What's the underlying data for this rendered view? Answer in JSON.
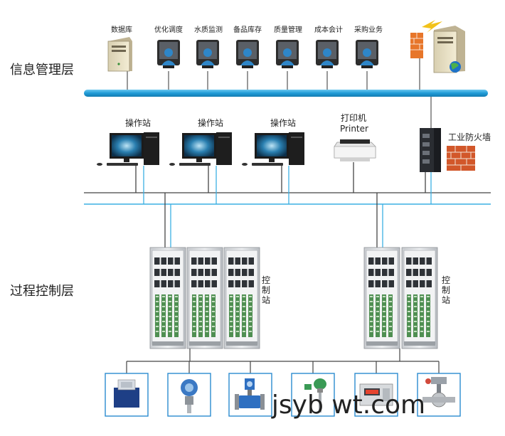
{
  "layers": {
    "info": "信息管理层",
    "process": "过程控制层"
  },
  "servers": [
    {
      "label": "数据库",
      "icon": "database-server-icon"
    },
    {
      "label": "优化调度",
      "icon": "user-monitor-icon"
    },
    {
      "label": "水质监测",
      "icon": "user-monitor-icon"
    },
    {
      "label": "备品库存",
      "icon": "user-monitor-icon"
    },
    {
      "label": "质量管理",
      "icon": "user-monitor-icon"
    },
    {
      "label": "成本会计",
      "icon": "user-monitor-icon"
    },
    {
      "label": "采购业务",
      "icon": "user-monitor-icon"
    }
  ],
  "workstations": [
    {
      "label": "操作站"
    },
    {
      "label": "操作站"
    },
    {
      "label": "操作站"
    }
  ],
  "printer": {
    "label_cn": "打印机",
    "label_en": "Printer"
  },
  "firewall": {
    "label": "工业防火墙"
  },
  "control_stations": [
    {
      "label": "控制站",
      "cabinets": 3
    },
    {
      "label": "控制站",
      "cabinets": 2
    }
  ],
  "field_devices": [
    {
      "icon": "relay-icon"
    },
    {
      "icon": "pressure-transmitter-icon"
    },
    {
      "icon": "flow-meter-icon"
    },
    {
      "icon": "level-sensor-icon"
    },
    {
      "icon": "power-meter-icon"
    },
    {
      "icon": "control-valve-icon"
    }
  ],
  "watermark": "jsyb wt.com",
  "colors": {
    "backbone": "#29a7e0",
    "blue_line": "#3cb0e3",
    "dark_line": "#444444"
  }
}
